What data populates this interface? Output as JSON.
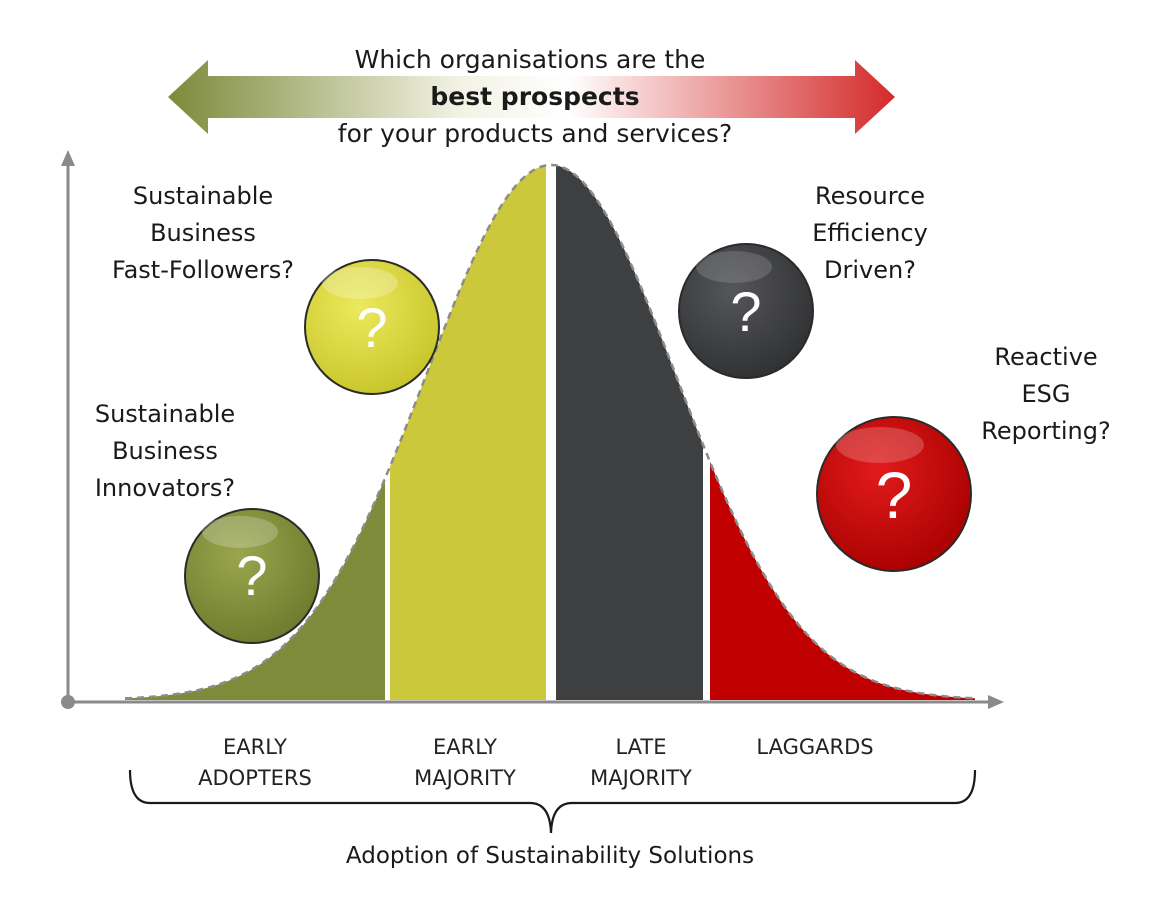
{
  "header": {
    "line1": "Which organisations are the",
    "line2": "best prospects",
    "line3": "for your products and services?"
  },
  "colors": {
    "early_adopters": "#7e8b3a",
    "early_majority": "#cbc83c",
    "late_majority": "#3e3f41",
    "laggards": "#c00000",
    "arrow_left": "#7c8a3a",
    "arrow_right": "#d42a2a",
    "axis": "#8a8a8a"
  },
  "prospects": [
    {
      "label_lines": [
        "Sustainable",
        "Business",
        "Innovators?"
      ],
      "mark": "?",
      "color": "#7e8b3a"
    },
    {
      "label_lines": [
        "Sustainable",
        "Business",
        "Fast-Followers?"
      ],
      "mark": "?",
      "color": "#d9d63c"
    },
    {
      "label_lines": [
        "Resource",
        "Efficiency",
        "Driven?"
      ],
      "mark": "?",
      "color": "#3e3f41"
    },
    {
      "label_lines": [
        "Reactive",
        "ESG",
        "Reporting?"
      ],
      "mark": "?",
      "color": "#c00000"
    }
  ],
  "segments": [
    {
      "line1": "EARLY",
      "line2": "ADOPTERS"
    },
    {
      "line1": "EARLY",
      "line2": "MAJORITY"
    },
    {
      "line1": "LATE",
      "line2": "MAJORITY"
    },
    {
      "line1": "LAGGARDS",
      "line2": ""
    }
  ],
  "footer": "Adoption of Sustainability Solutions"
}
